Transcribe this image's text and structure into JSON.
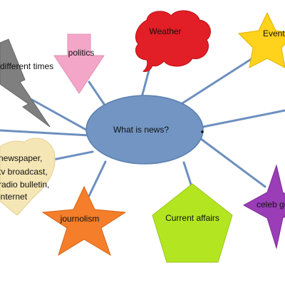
{
  "diagram": {
    "type": "mind-map",
    "center": {
      "label": "What is news?",
      "color": "#7295c3"
    },
    "nodes": {
      "different_times": {
        "label": "different times",
        "shape": "lightning",
        "color": "#7f7f7f"
      },
      "politics": {
        "label": "politics",
        "shape": "down-arrow",
        "color": "#f4a6c8"
      },
      "weather": {
        "label": "Weather",
        "shape": "thought-cloud",
        "color": "#e21e26"
      },
      "events": {
        "label": "Events",
        "shape": "star",
        "color": "#ffd21c"
      },
      "formats": {
        "shape": "heart",
        "color": "#f5e6b5",
        "lines": [
          "newspaper,",
          "tv broadcast,",
          "radio bulletin,",
          "internet"
        ]
      },
      "journalism": {
        "label": "journolism",
        "shape": "star",
        "color": "#f47e2a"
      },
      "current_affairs": {
        "label": "Current affairs",
        "shape": "pentagon",
        "color": "#b3e621"
      },
      "celeb_gossip": {
        "label": "celeb go",
        "shape": "star",
        "color": "#9b3db7"
      }
    },
    "connector_color": "#6d8fbf"
  }
}
